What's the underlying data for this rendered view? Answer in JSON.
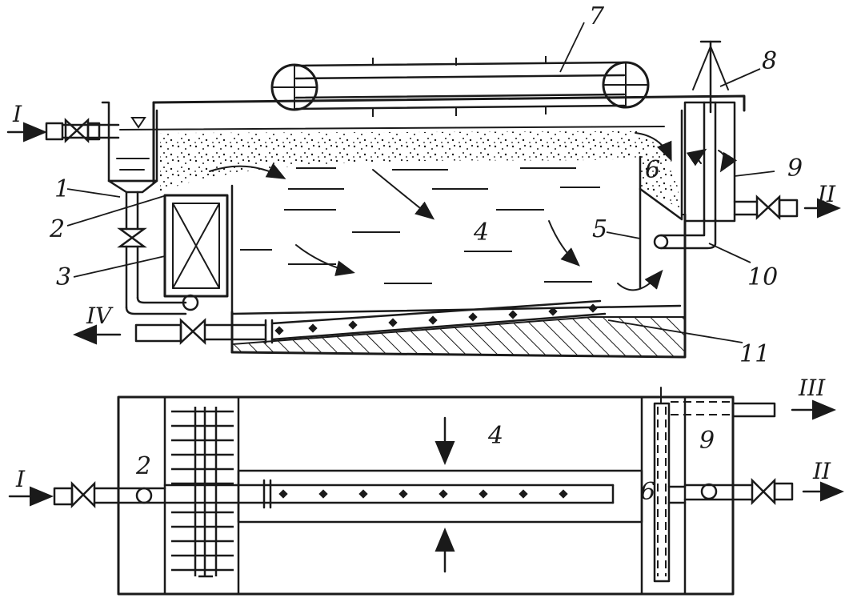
{
  "colors": {
    "ink": "#1a1a1a",
    "paper": "#ffffff"
  },
  "section_view": {
    "labels": {
      "l1": "1",
      "l2": "2",
      "l3": "3",
      "l4": "4",
      "l5": "5",
      "l6": "6",
      "l7": "7",
      "l8": "8",
      "l9": "9",
      "l10": "10",
      "l11": "11"
    },
    "streams": {
      "inlet": "I",
      "outlet": "II",
      "drain": "IV"
    }
  },
  "plan_view": {
    "labels": {
      "l2": "2",
      "l4": "4",
      "l6": "6",
      "l9": "9"
    },
    "streams": {
      "inlet": "I",
      "outlet": "II",
      "froth": "III"
    }
  },
  "icons": [
    "valve-icon",
    "arrow-icon",
    "pulley-icon",
    "level-triangle-icon"
  ]
}
